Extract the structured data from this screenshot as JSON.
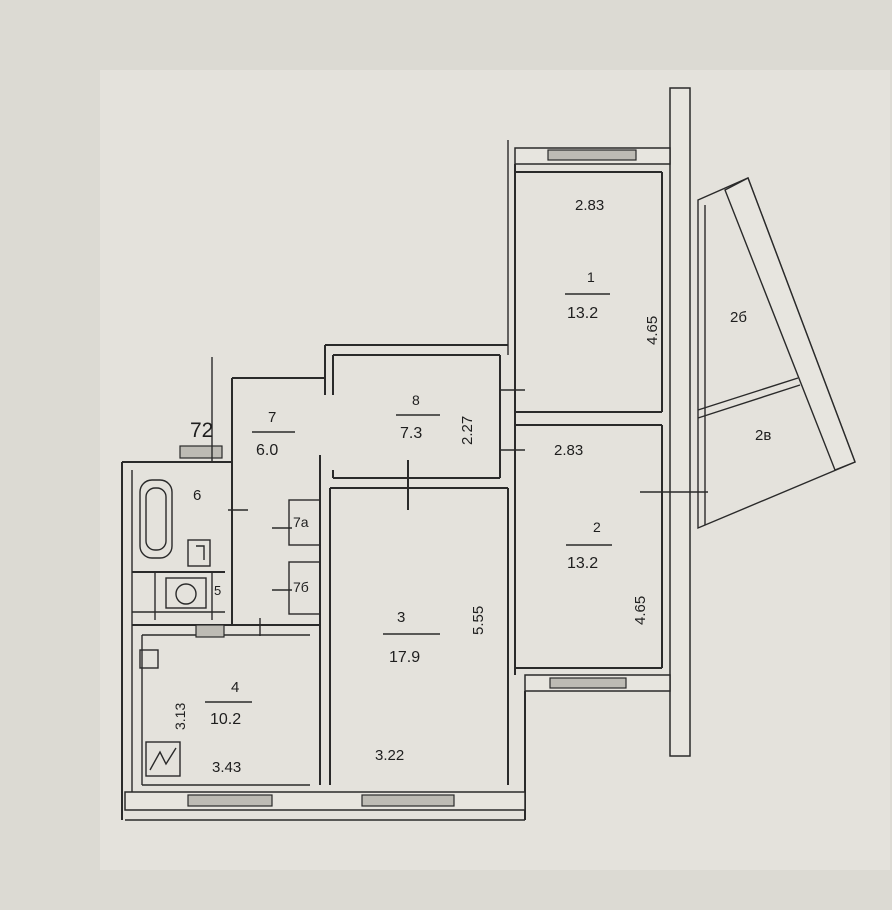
{
  "plan": {
    "corner_label": "72",
    "rooms": [
      {
        "number": "1",
        "area": "13.2"
      },
      {
        "number": "2",
        "area": "13.2"
      },
      {
        "number": "3",
        "area": "17.9"
      },
      {
        "number": "4",
        "area": "10.2"
      },
      {
        "number": "6",
        "area": ""
      },
      {
        "number": "7",
        "area": "6.0"
      },
      {
        "number": "8",
        "area": "7.3"
      },
      {
        "number": "7а",
        "area": ""
      },
      {
        "number": "7б",
        "area": ""
      },
      {
        "number": "5",
        "area": ""
      },
      {
        "number": "2б",
        "area": ""
      },
      {
        "number": "2в",
        "area": ""
      }
    ],
    "dimensions": {
      "room1_width": "2.83",
      "room1_length": "4.65",
      "room2_width": "2.83",
      "room2_length": "4.65",
      "room8_length": "2.27",
      "room3_length": "5.55",
      "room3_width": "3.22",
      "room4_width": "3.43",
      "room4_length": "3.13"
    }
  }
}
